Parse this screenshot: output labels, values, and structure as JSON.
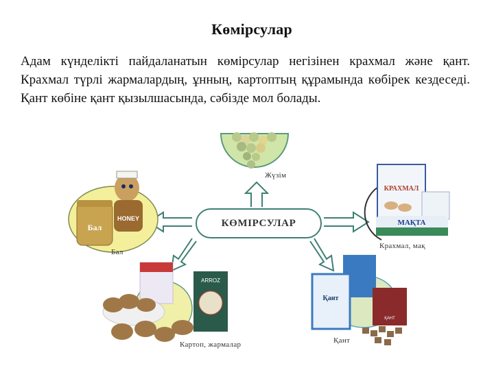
{
  "title": "Көмірсулар",
  "paragraph": "Адам күнделікті пайдаланатын көмірсулар негізінен крахмал және қант. Крахмал түрлі  жармалардың, ұнның, картоптың құрамында көбірек кездеседі. Қант көбіне қант қызылшасында, сәбізде мол болады.",
  "diagram": {
    "center_label": "КӨМІРСУЛАР",
    "items": [
      {
        "label": "Жүзім",
        "direction": "up"
      },
      {
        "label": "Бал",
        "direction": "left",
        "jar_text": "Бал",
        "figure_text": "HONEY"
      },
      {
        "label": "Крахмал, мақ",
        "direction": "right",
        "pack_text": "КРАХМАЛ",
        "box_text": "МАҚТА"
      },
      {
        "label": "Картоп, жармалар",
        "direction": "down-left",
        "pack_text": "ARROZ"
      },
      {
        "label": "Қант",
        "direction": "down-right",
        "pack_text": "Қант"
      }
    ],
    "colors": {
      "arrow": "#3d7f73",
      "grape_circle": "#cfe6a8",
      "honey_circle": "#f4ef9a"
    }
  }
}
